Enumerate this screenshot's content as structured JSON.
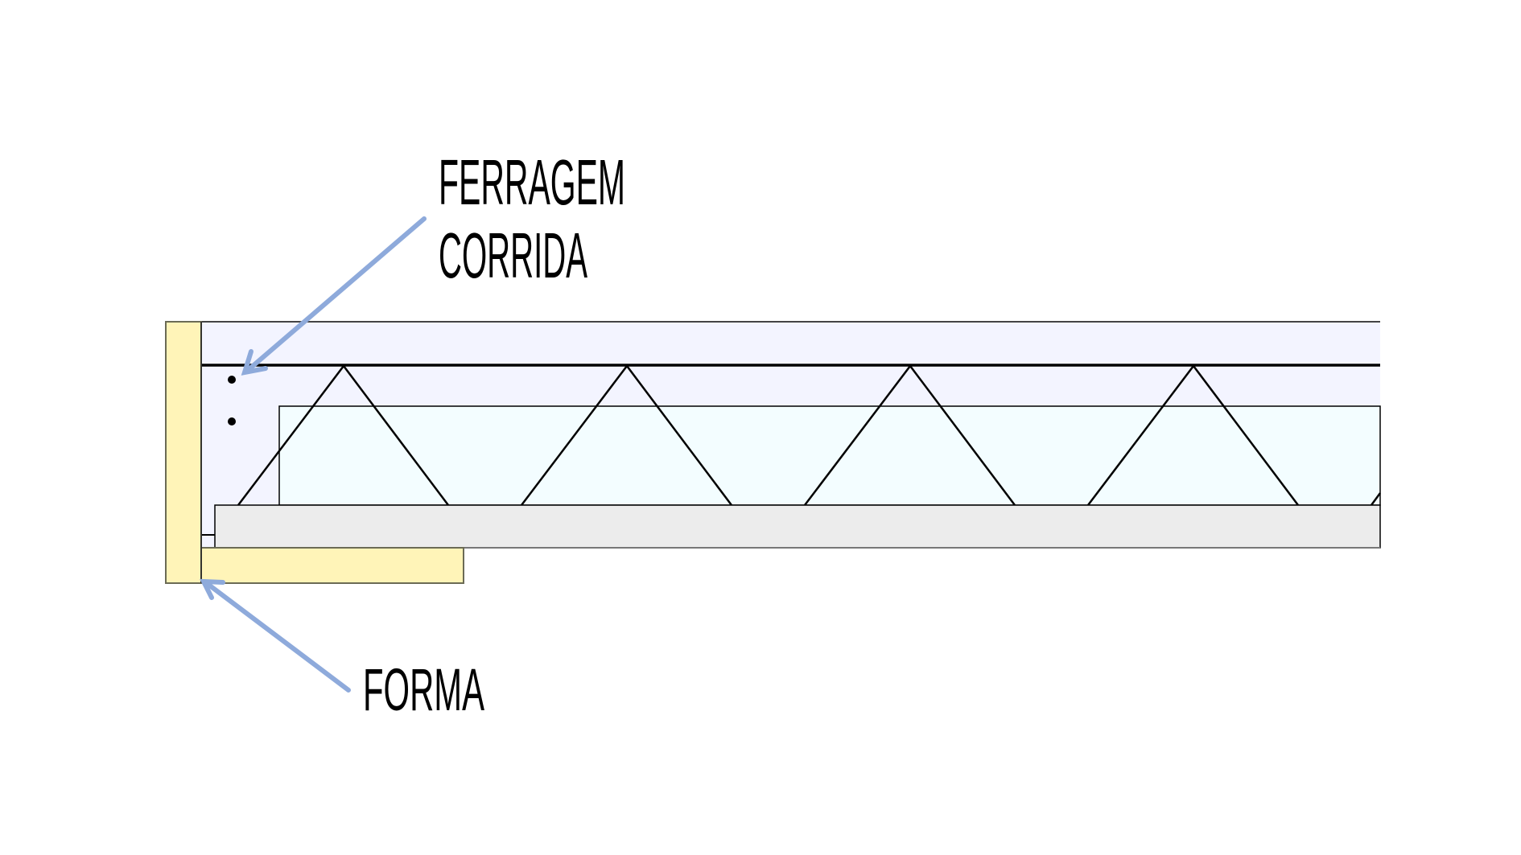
{
  "labels": {
    "rebar_line1": "FERRAGEM",
    "rebar_line2": "CORRIDA",
    "formwork": "FORMA"
  },
  "colors": {
    "formwork_fill": "#fff4b8",
    "concrete_top_fill": "#f3f4ff",
    "infill_fill": "#f3fdff",
    "slab_fill": "#ececec",
    "arrow": "#8eaadb",
    "line": "#000000"
  }
}
